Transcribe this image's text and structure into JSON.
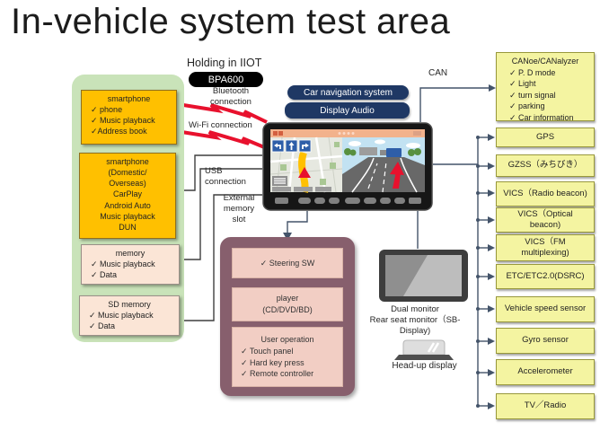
{
  "title": "In-vehicle system test area",
  "top": {
    "holding_label": "Holding in IIOT",
    "bpa_badge": "BPA600",
    "bluetooth_label": "Bluetooth\nconnection",
    "wifi_label": "Wi-Fi connection",
    "can_label": "CAN"
  },
  "left_panel": {
    "boxes": [
      {
        "title": "smartphone",
        "items": "✓ phone\n✓ Music playback\n✓Address book"
      },
      {
        "lines": "smartphone\n(Domestic/\nOverseas)\nCarPlay\nAndroid Auto\nMusic playback\nDUN"
      },
      {
        "title": "memory",
        "items": "✓ Music playback\n✓ Data"
      },
      {
        "title": "SD memory",
        "items": "✓ Music playback\n✓ Data"
      }
    ]
  },
  "connections": {
    "usb_label": "USB\nconnection",
    "external_memory_label": "External\nmemory\nslot"
  },
  "head_unit": {
    "pill1": "Car navigation system",
    "pill2": "Display Audio"
  },
  "control_panel": {
    "steering": "✓  Steering SW",
    "player": "player\n(CD/DVD/BD)",
    "user_title": "User operation",
    "user_items": "✓ Touch panel\n✓ Hard key press\n✓ Remote controller"
  },
  "monitors": {
    "dual_monitor_label": "Dual monitor\nRear seat monitor（SB-\nDisplay)",
    "hud_label": "Head-up display"
  },
  "right_column": {
    "canoe_title": "CANoe/CANalyzer",
    "canoe_items": "✓ P. D mode\n✓ Light\n✓ turn signal\n✓ parking\n✓ Car information",
    "boxes": [
      "GPS",
      "GZSS（みちびき）",
      "VICS（Radio beacon)",
      "VICS（Optical beacon)",
      "VICS（FM multiplexing)",
      "ETC/ETC2.0(DSRC)",
      "Vehicle speed sensor",
      "Gyro sensor",
      "Accelerometer",
      "TV／Radio"
    ]
  },
  "colors": {
    "panel_green": "#c9e3b9",
    "box_orange": "#ffc000",
    "box_peach": "#fbe5d6",
    "box_yellow": "#f4f4a1",
    "container_maroon": "#875f6d",
    "box_pink": "#f2cec4",
    "pill_navy": "#1f3864",
    "bolt_red": "#e8112d",
    "line_dark": "#3f3f3f",
    "line_slate": "#44546a"
  }
}
